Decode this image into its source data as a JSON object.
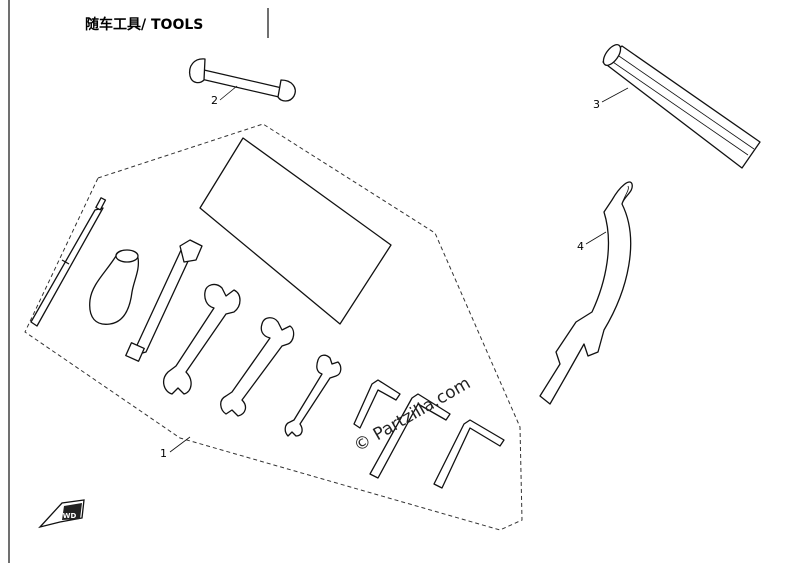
{
  "title": "随车工具/ TOOLS",
  "callouts": [
    {
      "id": "1",
      "label": "1"
    },
    {
      "id": "2",
      "label": "2"
    },
    {
      "id": "3",
      "label": "3"
    },
    {
      "id": "4",
      "label": "4"
    }
  ],
  "watermark": "© Partzilla.com",
  "direction_badge": "FWD",
  "icons": [
    "fwd-arrow-icon"
  ]
}
